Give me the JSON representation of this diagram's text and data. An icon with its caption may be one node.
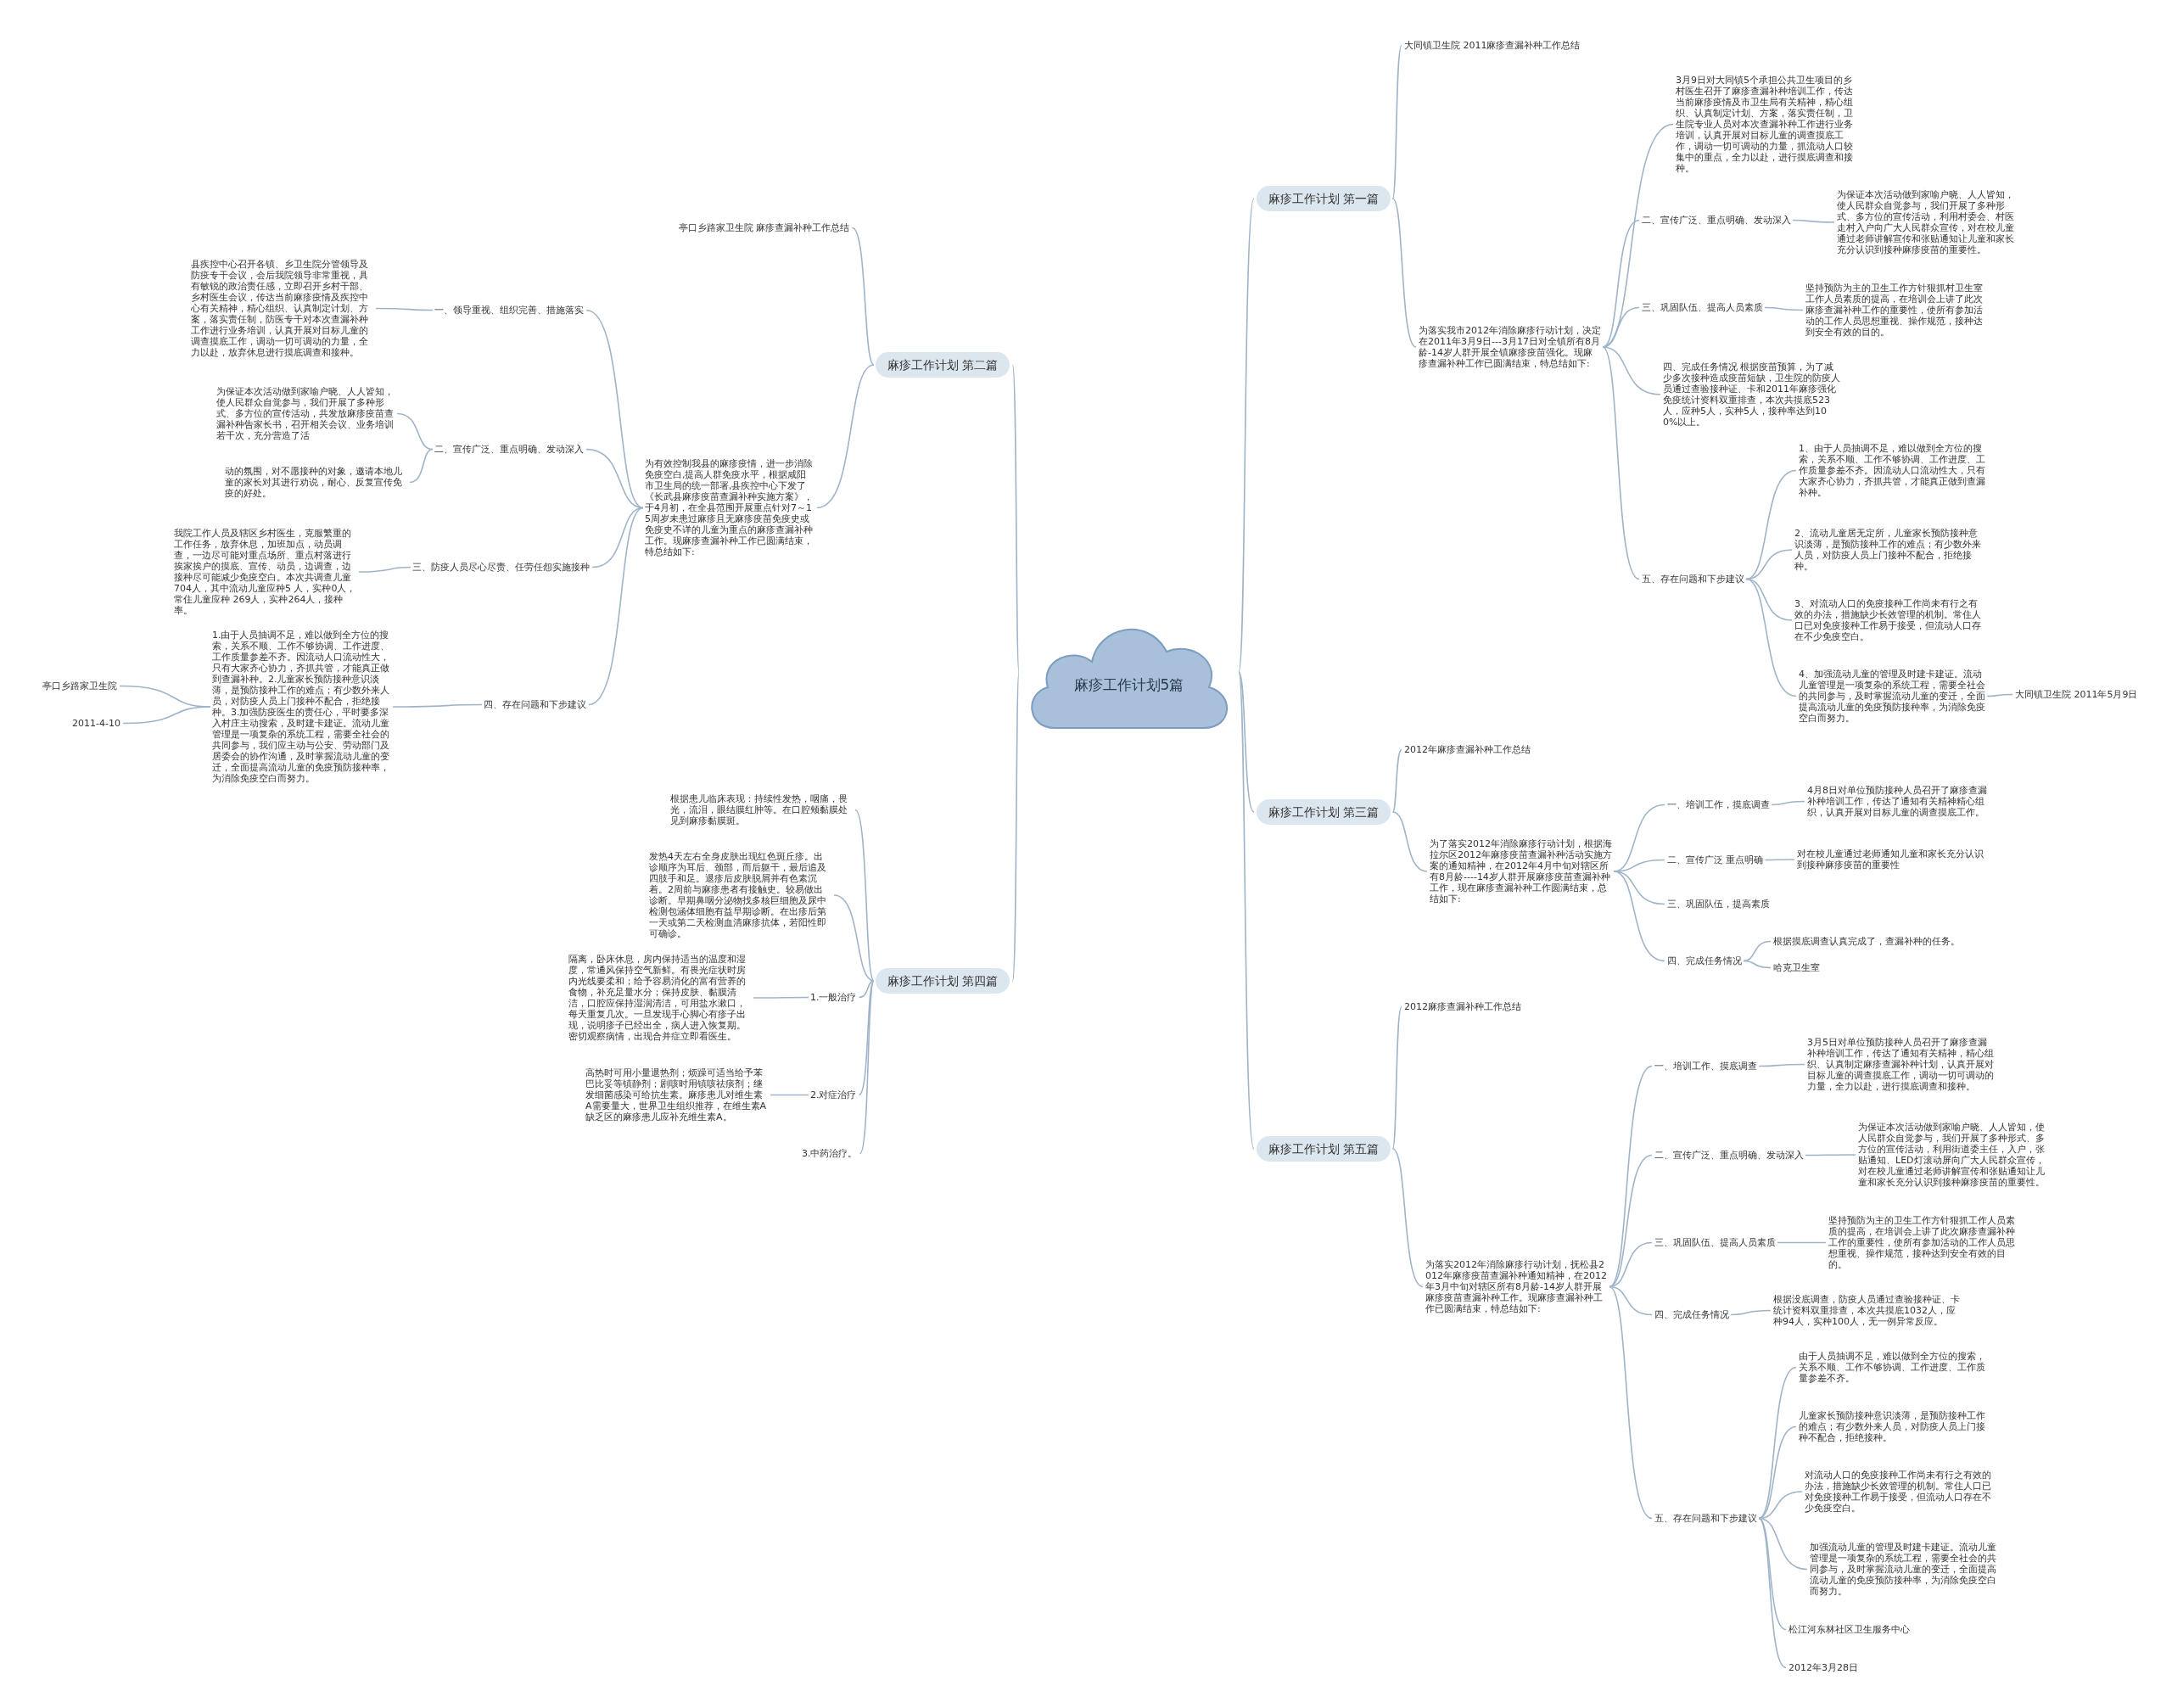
{
  "diagram": {
    "nodes": [
      {
        "text": [
          "麻疹工作计划5篇"
        ]
      },
      {
        "text": [
          "麻疹工作计划 第一篇"
        ]
      },
      {
        "text": [
          "大同镇卫生院 2011麻疹查漏补种工作总结"
        ]
      },
      {
        "text": [
          "为落实我市2012年消除麻疹行动计划，决定在2011年3月9日---3月17日对全镇所有8月龄-14岁人群开展全镇麻疹疫苗强化。现麻疹查漏补种工作已圆满结束，特总结如下:"
        ]
      },
      {
        "text": [
          "3月9日对大同镇5个承担公共卫生项目的乡村医生召开了麻疹查漏补种培训工作，传达当前麻疹疫情及市卫生局有关精神，精心组织、认真制定计划、方案，落实责任制，卫生院专业人员对本次查漏补种工作进行业务培训，认真开展对目标儿童的调查摸底工作，调动一切可调动的力量，抓流动人口较集中的重点，全力以赴，进行摸底调查和接种。"
        ]
      },
      {
        "text": [
          "二、宣传广泛、重点明确、发动深入"
        ]
      },
      {
        "text": [
          "为保证本次活动做到家喻户晓、人人皆知，使人民群众自觉参与，我们开展了多种形式、多方位的宣传活动，利用村委会、村医走村入户向广大人民群众宣传，对在校儿童通过老师讲解宣传和张贴通知让儿童和家长充分认识到接种麻疹疫苗的重要性。"
        ]
      },
      {
        "text": [
          "三、巩固队伍、提高人员素质"
        ]
      },
      {
        "text": [
          "坚持预防为主的卫生工作方针狠抓村卫生室工作人员素质的提高，在培训会上讲了此次麻疹查漏补种工作的重要性，使所有参加活动的工作人员思想重视、操作规范，接种达到安全有效的目的。"
        ]
      },
      {
        "text": [
          "四、完成任务情况 根据疫苗预算，为了减少多次接种造成疫苗短缺，卫生院的防疫人员通过查验接种证、卡和2011年麻疹强化免疫统计资料双重排查，本次共摸底523人，应种5人，实种5人，接种率达到100%以上。"
        ]
      },
      {
        "text": [
          "五、存在问题和下步建议"
        ]
      },
      {
        "text": [
          "1、由于人员抽调不足，难以做到全方位的搜索，关系不顺、工作不够协调、工作进度、工作质量参差不齐。因流动人口流动性大，只有大家齐心协力，齐抓共管，才能真正做到查漏补种。"
        ]
      },
      {
        "text": [
          "2、流动儿童居无定所，儿童家长预防接种意识淡薄，是预防接种工作的难点；有少数外来人员，对防疫人员上门接种不配合，拒绝接种。"
        ]
      },
      {
        "text": [
          "3、对流动人口的免疫接种工作尚未有行之有效的办法，措施缺少长效管理的机制。常住人口已对免疫接种工作易于接受，但流动人口存在不少免疫空白。"
        ]
      },
      {
        "text": [
          "4、加强流动儿童的管理及时建卡建证。流动儿童管理是一项复杂的系统工程，需要全社会的共同参与，及时掌握流动儿童的变迁，全面提高流动儿童的免疫预防接种率，为消除免疫空白而努力。"
        ]
      },
      {
        "text": [
          "大同镇卫生院 2011年5月9日"
        ]
      },
      {
        "text": [
          "麻疹工作计划 第二篇"
        ]
      },
      {
        "text": [
          "亭口乡路家卫生院 麻疹查漏补种工作总结"
        ]
      },
      {
        "text": [
          "为有效控制我县的麻疹疫情，进一步消除免疫空白,提高人群免疫水平，根据咸阳市卫生局的统一部署,县疾控中心下发了《长武县麻疹疫苗查漏补种实施方案》，于4月初，在全县范围开展重点针对7～15周岁未患过麻疹且无麻疹疫苗免疫史或免疫史不详的儿童为重点的麻疹查漏补种工作。现麻疹查漏补种工作已圆满结束，特总结如下:"
        ]
      },
      {
        "text": [
          "一、领导重视、组织完善、措施落实"
        ]
      },
      {
        "text": [
          "县疾控中心召开各镇、乡卫生院分管领导及防疫专干会议，会后我院领导非常重视，具有敏锐的政治责任感，立即召开乡村干部、乡村医生会议，传达当前麻疹疫情及疾控中心有关精神，精心组织、认真制定计划、方案，落实责任制，防医专干对本次查漏补种工作进行业务培训，认真开展对目标儿童的调查摸底工作，调动一切可调动的力量，全力以赴，放弃休息进行摸底调查和接种。"
        ]
      },
      {
        "text": [
          "二、宣传广泛、重点明确、发动深入"
        ]
      },
      {
        "text": [
          "为保证本次活动做到家喻户晓、人人皆知，使人民群众自觉参与，我们开展了多种形式、多方位的宣传活动，共发放麻疹疫苗查漏补种告家长书，召开相关会议、业务培训若干次，充分营造了活"
        ]
      },
      {
        "text": [
          "动的氛围，对不愿接种的对象，邀请本地儿童的家长对其进行劝说，耐心、反复宣传免疫的好处。"
        ]
      },
      {
        "text": [
          "三、防疫人员尽心尽责、任劳任怨实施接种"
        ]
      },
      {
        "text": [
          "我院工作人员及辖区乡村医生，克服繁重的工作任务，放弃休息，加班加点，动员调查，一边尽可能对重点场所、重点村落进行挨家挨户的摸底、宣传、动员，边调查，边接种尽可能减少免疫空白。本次共调查儿童 704人，其中流动儿童应种5 人，实种0人，常住儿童应种 269人，实种264人，接种率。"
        ]
      },
      {
        "text": [
          "四、存在问题和下步建议"
        ]
      },
      {
        "text": [
          "1.由于人员抽调不足，难以做到全方位的搜索，关系不顺、工作不够协调、工作进度、工作质量参差不齐。因流动人口流动性大，只有大家齐心协力，齐抓共管，才能真正做到查漏补种。2.儿童家长预防接种意识淡薄，是预防接种工作的难点；有少数外来人员，对防疫人员上门接种不配合，拒绝接种。3.加强防疫医生的责任心，平时要多深入村庄主动搜索，及时建卡建证。流动儿童管理是一项复杂的系统工程，需要全社会的共同参与，我们应主动与公安、劳动部门及居委会的协作沟通，及时掌握流动儿童的变迁，全面提高流动儿童的免疫预防接种率，为消除免疫空白而努力。"
        ]
      },
      {
        "text": [
          "亭口乡路家卫生院"
        ]
      },
      {
        "text": [
          "2011-4-10"
        ]
      },
      {
        "text": [
          "麻疹工作计划 第三篇"
        ]
      },
      {
        "text": [
          "2012年麻疹查漏补种工作总结"
        ]
      },
      {
        "text": [
          "为了落实2012年消除麻疹行动计划，根据海拉尔区2012年麻疹疫苗查漏补种活动实施方案的通知精神，在2012年4月中旬对辖区所有8月龄----14岁人群开展麻疹疫苗查漏补种工作，现在麻疹查漏补种工作圆满结束，总结如下:"
        ]
      },
      {
        "text": [
          "一、培训工作，摸底调查"
        ]
      },
      {
        "text": [
          "4月8日对单位预防接种人员召开了麻疹查漏补种培训工作，传达了通知有关精神精心组织，认真开展对目标儿童的调查摸底工作。"
        ]
      },
      {
        "text": [
          "二、宣传广泛 重点明确"
        ]
      },
      {
        "text": [
          "对在校儿童通过老师通知儿童和家长充分认识到接种麻疹疫苗的重要性"
        ]
      },
      {
        "text": [
          "三、巩固队伍，提高素质"
        ]
      },
      {
        "text": [
          "四、完成任务情况"
        ]
      },
      {
        "text": [
          "根据摸底调查认真完成了，查漏补种的任务。"
        ]
      },
      {
        "text": [
          "哈克卫生室"
        ]
      },
      {
        "text": [
          "麻疹工作计划 第四篇"
        ]
      },
      {
        "text": [
          "根据患儿临床表现：持续性发热，咽痛，畏光，流泪，眼结膜红肿等。在口腔颊黏膜处见到麻疹黏膜斑。"
        ]
      },
      {
        "text": [
          "发热4天左右全身皮肤出现红色斑丘疹。出诊顺序为耳后、颈部，而后躯干，最后追及四肢手和足。退疹后皮肤脱屑并有色素沉着。2周前与麻疹患者有接触史。较易做出诊断。早期鼻咽分泌物找多核巨细胞及尿中检测包涵体细胞有益早期诊断。在出疹后第一天或第二天检测血清麻疹抗体，若阳性即可确诊。"
        ]
      },
      {
        "text": [
          "1.一般治疗"
        ]
      },
      {
        "text": [
          "隔离，卧床休息，房内保持适当的温度和湿度，常通风保持空气新鲜。有畏光症状时房内光线要柔和；给予容易消化的富有营养的食物，补充足量水分；保持皮肤、黏膜清洁，口腔应保持湿润清洁，可用盐水漱口，每天重复几次。一旦发现手心脚心有疹子出现，说明疹子已经出全，病人进入恢复期。密切观察病情，出现合并症立即看医生。"
        ]
      },
      {
        "text": [
          "2.对症治疗"
        ]
      },
      {
        "text": [
          "高热时可用小量退热剂；烦躁可适当给予苯巴比妥等镇静剂；剧咳时用镇咳祛痰剂；继发细菌感染可给抗生素。麻疹患儿对维生素A需要量大，世界卫生组织推荐，在维生素A缺乏区的麻疹患儿应补充维生素A。"
        ]
      },
      {
        "text": [
          "3.中药治疗。"
        ]
      },
      {
        "text": [
          "麻疹工作计划 第五篇"
        ]
      },
      {
        "text": [
          "2012麻疹查漏补种工作总结"
        ]
      },
      {
        "text": [
          "为落实2012年消除麻疹行动计划，抚松县2012年麻疹疫苗查漏补种通知精神，在2012年3月中旬对辖区所有8月龄-14岁人群开展麻疹疫苗查漏补种工作。现麻疹查漏补种工作已圆满结束，特总结如下:"
        ]
      },
      {
        "text": [
          "一、培训工作、摸底调查"
        ]
      },
      {
        "text": [
          "3月5日对单位预防接种人员召开了麻疹查漏补种培训工作，传达了通知有关精神，精心组织、认真制定麻疹查漏补种计划，认真开展对目标儿童的调查摸底工作，调动一切可调动的力量，全力以赴，进行摸底调查和接种。"
        ]
      },
      {
        "text": [
          "二、宣传广泛、重点明确、发动深入"
        ]
      },
      {
        "text": [
          "为保证本次活动做到家喻户晓、人人皆知，使人民群众自觉参与，我们开展了多种形式、多方位的宣传活动，利用街道委主任，入户，张贴通知、LED灯滚动屏向广大人民群众宣传，对在校儿童通过老师讲解宣传和张贴通知让儿童和家长充分认识到接种麻疹疫苗的重要性。"
        ]
      },
      {
        "text": [
          "三、巩固队伍、提高人员素质"
        ]
      },
      {
        "text": [
          "坚持预防为主的卫生工作方针狠抓工作人员素质的提高，在培训会上讲了此次麻疹查漏补种工作的重要性，使所有参加活动的工作人员思想重视、操作规范，接种达到安全有效的目的。"
        ]
      },
      {
        "text": [
          "四、完成任务情况"
        ]
      },
      {
        "text": [
          "根据没底调查，防疫人员通过查验接种证、卡统计资料双重排查，本次共摸底1032人，应种94人，实种100人，无一例异常反应。"
        ]
      },
      {
        "text": [
          "五、存在问题和下步建议"
        ]
      },
      {
        "text": [
          "由于人员抽调不足，难以做到全方位的搜索，关系不顺、工作不够协调、工作进度、工作质量参差不齐。"
        ]
      },
      {
        "text": [
          "儿童家长预防接种意识淡薄，是预防接种工作的难点；有少数外来人员，对防疫人员上门接种不配合，拒绝接种。"
        ]
      },
      {
        "text": [
          "对流动人口的免疫接种工作尚未有行之有效的办法，措施缺少长效管理的机制。常住人口已对免疫接种工作易于接受，但流动人口存在不少免疫空白。"
        ]
      },
      {
        "text": [
          "加强流动儿童的管理及时建卡建证。流动儿童管理是一项复杂的系统工程，需要全社会的共同参与，及时掌握流动儿童的变迁，全面提高流动儿童的免疫预防接种率，为消除免疫空白而努力。"
        ]
      },
      {
        "text": [
          "松江河东林社区卫生服务中心"
        ]
      },
      {
        "text": [
          "2012年3月28日"
        ]
      }
    ],
    "edges": [
      {
        "from": 0,
        "to": 1,
        "arrow": "none"
      },
      {
        "from": 0,
        "to": 16,
        "arrow": "none"
      },
      {
        "from": 0,
        "to": 30,
        "arrow": "none"
      },
      {
        "from": 0,
        "to": 41,
        "arrow": "none"
      },
      {
        "from": 0,
        "to": 49,
        "arrow": "none"
      },
      {
        "from": 1,
        "to": 2,
        "arrow": "none"
      },
      {
        "from": 1,
        "to": 3,
        "arrow": "none"
      },
      {
        "from": 3,
        "to": 4,
        "arrow": "none"
      },
      {
        "from": 3,
        "to": 5,
        "arrow": "none"
      },
      {
        "from": 3,
        "to": 7,
        "arrow": "none"
      },
      {
        "from": 3,
        "to": 9,
        "arrow": "none"
      },
      {
        "from": 3,
        "to": 10,
        "arrow": "none"
      },
      {
        "from": 5,
        "to": 6,
        "arrow": "none"
      },
      {
        "from": 7,
        "to": 8,
        "arrow": "none"
      },
      {
        "from": 10,
        "to": 11,
        "arrow": "none"
      },
      {
        "from": 10,
        "to": 12,
        "arrow": "none"
      },
      {
        "from": 10,
        "to": 13,
        "arrow": "none"
      },
      {
        "from": 10,
        "to": 14,
        "arrow": "none"
      },
      {
        "from": 14,
        "to": 15,
        "arrow": "none"
      },
      {
        "from": 16,
        "to": 17,
        "arrow": "none"
      },
      {
        "from": 16,
        "to": 18,
        "arrow": "none"
      },
      {
        "from": 18,
        "to": 19,
        "arrow": "none"
      },
      {
        "from": 18,
        "to": 21,
        "arrow": "none"
      },
      {
        "from": 18,
        "to": 24,
        "arrow": "none"
      },
      {
        "from": 18,
        "to": 26,
        "arrow": "none"
      },
      {
        "from": 19,
        "to": 20,
        "arrow": "none"
      },
      {
        "from": 21,
        "to": 22,
        "arrow": "none"
      },
      {
        "from": 21,
        "to": 23,
        "arrow": "none"
      },
      {
        "from": 24,
        "to": 25,
        "arrow": "none"
      },
      {
        "from": 26,
        "to": 27,
        "arrow": "none"
      },
      {
        "from": 27,
        "to": 28,
        "arrow": "none"
      },
      {
        "from": 27,
        "to": 29,
        "arrow": "none"
      },
      {
        "from": 30,
        "to": 31,
        "arrow": "none"
      },
      {
        "from": 30,
        "to": 32,
        "arrow": "none"
      },
      {
        "from": 32,
        "to": 33,
        "arrow": "none"
      },
      {
        "from": 32,
        "to": 35,
        "arrow": "none"
      },
      {
        "from": 32,
        "to": 37,
        "arrow": "none"
      },
      {
        "from": 32,
        "to": 38,
        "arrow": "none"
      },
      {
        "from": 33,
        "to": 34,
        "arrow": "none"
      },
      {
        "from": 35,
        "to": 36,
        "arrow": "none"
      },
      {
        "from": 38,
        "to": 39,
        "arrow": "none"
      },
      {
        "from": 38,
        "to": 40,
        "arrow": "none"
      },
      {
        "from": 41,
        "to": 42,
        "arrow": "none"
      },
      {
        "from": 41,
        "to": 43,
        "arrow": "none"
      },
      {
        "from": 41,
        "to": 44,
        "arrow": "none"
      },
      {
        "from": 41,
        "to": 46,
        "arrow": "none"
      },
      {
        "from": 41,
        "to": 48,
        "arrow": "none"
      },
      {
        "from": 44,
        "to": 45,
        "arrow": "none"
      },
      {
        "from": 46,
        "to": 47,
        "arrow": "none"
      },
      {
        "from": 49,
        "to": 50,
        "arrow": "none"
      },
      {
        "from": 49,
        "to": 51,
        "arrow": "none"
      },
      {
        "from": 51,
        "to": 52,
        "arrow": "none"
      },
      {
        "from": 51,
        "to": 54,
        "arrow": "none"
      },
      {
        "from": 51,
        "to": 56,
        "arrow": "none"
      },
      {
        "from": 51,
        "to": 58,
        "arrow": "none"
      },
      {
        "from": 51,
        "to": 60,
        "arrow": "none"
      },
      {
        "from": 52,
        "to": 53,
        "arrow": "none"
      },
      {
        "from": 54,
        "to": 55,
        "arrow": "none"
      },
      {
        "from": 56,
        "to": 57,
        "arrow": "none"
      },
      {
        "from": 58,
        "to": 59,
        "arrow": "none"
      },
      {
        "from": 60,
        "to": 61,
        "arrow": "none"
      },
      {
        "from": 60,
        "to": 62,
        "arrow": "none"
      },
      {
        "from": 60,
        "to": 63,
        "arrow": "none"
      },
      {
        "from": 60,
        "to": 64,
        "arrow": "none"
      },
      {
        "from": 60,
        "to": 65,
        "arrow": "none"
      },
      {
        "from": 60,
        "to": 66,
        "arrow": "none"
      }
    ]
  }
}
